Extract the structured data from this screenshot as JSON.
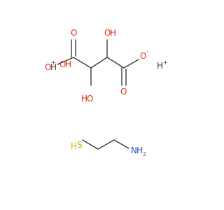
{
  "colors": {
    "bond": "#3c3c3c",
    "oxygen": "#e0301e",
    "sulfur": "#c8b400",
    "nitrogen": "#2f4fd0",
    "carbon_text": "#3c3c3c"
  },
  "tartrate": {
    "left_cation": {
      "symbol": "O",
      "h": "H",
      "charge": "+"
    },
    "left_oh": {
      "o": "O",
      "h": "H"
    },
    "left_carbonyl_o": "O",
    "top_oh": {
      "o": "O",
      "h": "H"
    },
    "bottom_oh": {
      "h": "H",
      "o": "O"
    },
    "right_carbonyl_o": "O",
    "right_anion": {
      "o": "O",
      "charge": "-"
    },
    "right_cation": {
      "h": "H",
      "charge": "+"
    }
  },
  "cysteamine": {
    "thiol": {
      "h": "H",
      "s": "S"
    },
    "amine": {
      "n": "N",
      "h": "H",
      "h2_sub": "2"
    }
  }
}
